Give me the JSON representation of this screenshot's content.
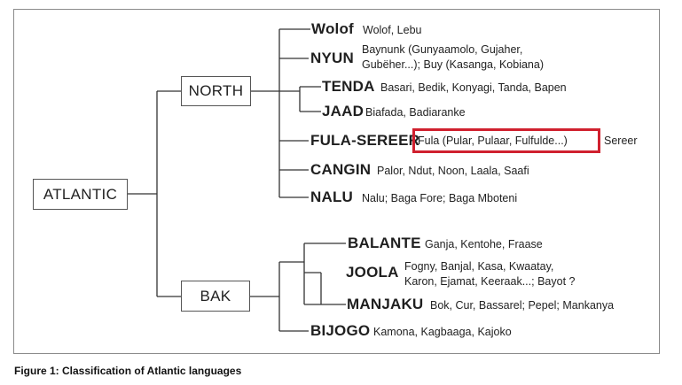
{
  "root": {
    "label": "ATLANTIC"
  },
  "branches": [
    {
      "label": "NORTH"
    },
    {
      "label": "BAK"
    }
  ],
  "north_groups": [
    {
      "name": "Wolof",
      "members": [
        "Wolof, Lebu"
      ]
    },
    {
      "name": "NYUN",
      "members": [
        "Baynunk (Gunyaamolo, Gujaher,",
        "Gubëher...); Buy (Kasanga, Kobiana)"
      ]
    },
    {
      "name": "TENDA",
      "members": [
        "Basari, Bedik, Konyagi, Tanda, Bapen"
      ]
    },
    {
      "name": "JAAD",
      "members": [
        "Biafada, Badiaranke"
      ]
    },
    {
      "name": "FULA-SEREER",
      "members_highlighted": "Fula (Pular, Pulaar, Fulfulde...)",
      "members_extra": "Sereer"
    },
    {
      "name": "CANGIN",
      "members": [
        "Palor, Ndut, Noon, Laala, Saafi"
      ]
    },
    {
      "name": "NALU",
      "members": [
        "Nalu; Baga Fore; Baga Mboteni"
      ]
    }
  ],
  "bak_groups": [
    {
      "name": "BALANTE",
      "members": [
        "Ganja, Kentohe, Fraase"
      ]
    },
    {
      "name": "JOOLA",
      "members": [
        "Fogny, Banjal, Kasa, Kwaatay,",
        "Karon, Ejamat, Keeraak...; Bayot ?"
      ]
    },
    {
      "name": "MANJAKU",
      "members": [
        "Bok, Cur, Bassarel; Pepel; Mankanya"
      ]
    },
    {
      "name": "BIJOGO",
      "members": [
        "Kamona, Kagbaaga, Kajoko"
      ]
    }
  ],
  "highlight_color": "#d0202e",
  "caption": "Figure 1: Classification of Atlantic languages"
}
